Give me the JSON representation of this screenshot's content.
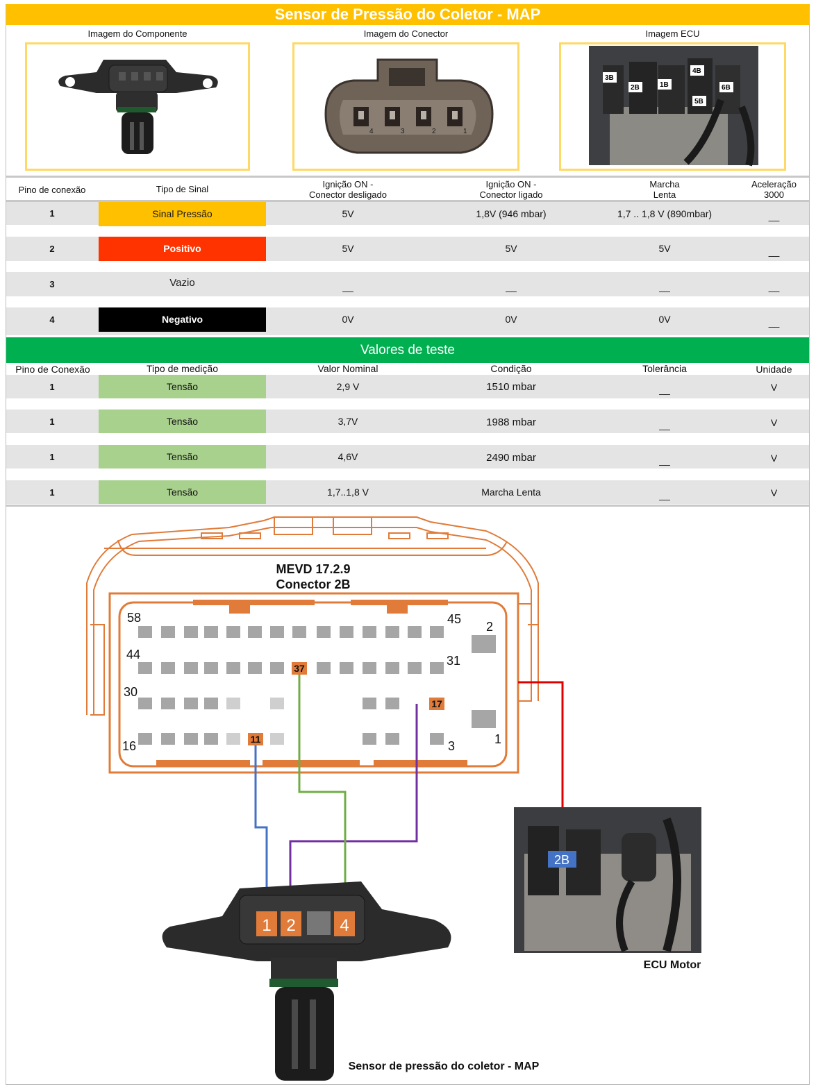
{
  "title": "Sensor de Pressão do Coletor - MAP",
  "images": {
    "component_label": "Imagem do Componente",
    "connector_label": "Imagem do Conector",
    "ecu_label": "Imagem ECU",
    "connector_pin_numbers": [
      "4",
      "3",
      "2",
      "1"
    ],
    "ecu_tags": [
      "3B",
      "2B",
      "1B",
      "4B",
      "5B",
      "6B"
    ]
  },
  "signal_table": {
    "headers": [
      "Pino de conexão",
      "Tipo de Sinal",
      "Ignição ON -\nConector desligado",
      "Ignição ON -\nConector ligado",
      "Marcha\nLenta",
      "Aceleração\n3000"
    ],
    "rows": [
      {
        "pin": "1",
        "type": "Sinal Pressão",
        "type_color": "#ffc000",
        "type_text_color": "#1a1a1a",
        "off": "5V",
        "on": "1,8V (946 mbar)",
        "idle": "1,7 .. 1,8 V (890mbar)",
        "accel": "__"
      },
      {
        "pin": "2",
        "type": "Positivo",
        "type_color": "#ff3300",
        "type_text_color": "#ffffff",
        "off": "5V",
        "on": "5V",
        "idle": "5V",
        "accel": "__"
      },
      {
        "pin": "3",
        "type": "Vazio",
        "type_color": "",
        "type_text_color": "#1a1a1a",
        "off": "__",
        "on": "__",
        "idle": "__",
        "accel": "__"
      },
      {
        "pin": "4",
        "type": "Negativo",
        "type_color": "#000000",
        "type_text_color": "#ffffff",
        "off": "0V",
        "on": "0V",
        "idle": "0V",
        "accel": "__"
      }
    ]
  },
  "test_values": {
    "title": "Valores de teste",
    "headers": [
      "Pino de Conexão",
      "Tipo de medição",
      "Valor Nominal",
      "Condição",
      "Tolerância",
      "Unidade"
    ],
    "rows": [
      {
        "pin": "1",
        "type": "Tensão",
        "nominal": "2,9 V",
        "condition": "1510 mbar",
        "tolerance": "__",
        "unit": "V"
      },
      {
        "pin": "1",
        "type": "Tensão",
        "nominal": "3,7V",
        "condition": "1988 mbar",
        "tolerance": "__",
        "unit": "V"
      },
      {
        "pin": "1",
        "type": "Tensão",
        "nominal": "4,6V",
        "condition": "2490 mbar",
        "tolerance": "__",
        "unit": "V"
      },
      {
        "pin": "1",
        "type": "Tensão",
        "nominal": "1,7..1,8 V",
        "condition": "Marcha Lenta",
        "tolerance": "__",
        "unit": "V"
      }
    ]
  },
  "diagram": {
    "ecu_model": "MEVD 17.2.9",
    "connector": "Conector 2B",
    "pin_labels": [
      "58",
      "45",
      "2",
      "44",
      "31",
      "30",
      "16",
      "3",
      "1"
    ],
    "highlighted_pins": [
      "37",
      "17",
      "11"
    ],
    "sensor_pins": [
      "1",
      "2",
      "4"
    ],
    "ecu_tag": "2B",
    "ecu_caption": "ECU Motor",
    "sensor_caption": "Sensor de pressão do coletor - MAP",
    "wire_colors": {
      "pin1": "#4472c4",
      "pin2": "#7030a0",
      "pin4": "#70ad47",
      "ecu": "#e00000"
    }
  }
}
